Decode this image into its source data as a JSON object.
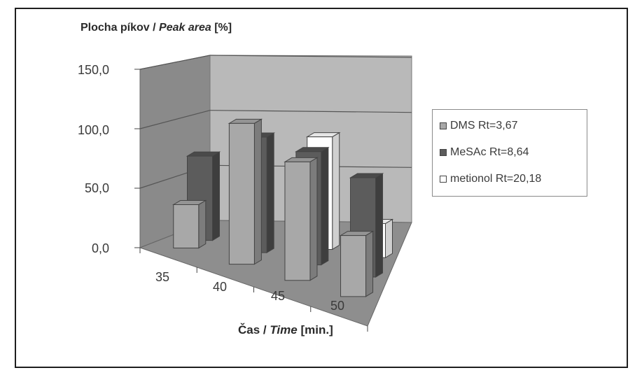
{
  "chart_data": {
    "type": "bar",
    "style": "3d-clustered-column",
    "title": "Plocha píkov / Peak area [%]",
    "title_parts": {
      "normal": "Plocha píkov / ",
      "italic": "Peak area",
      "suffix": " [%]"
    },
    "xlabel": "Čas / Time [min.]",
    "xlabel_parts": {
      "normal": "Čas / ",
      "italic": "Time",
      "suffix": " [min.]"
    },
    "ylabel": "Plocha píkov / Peak area [%]",
    "categories": [
      "35",
      "40",
      "45",
      "50"
    ],
    "series": [
      {
        "name": "DMS Rt=3,67",
        "values": [
          37,
          120,
          101,
          52
        ],
        "color": "#a8a8a8",
        "side": "#7c7c7c",
        "top": "#949494"
      },
      {
        "name": "MeSAc Rt=8,64",
        "values": [
          73,
          100,
          98,
          86
        ],
        "color": "#5c5c5c",
        "side": "#3e3e3e",
        "top": "#4a4a4a"
      },
      {
        "name": "metionol Rt=20,18",
        "values": [
          0,
          0,
          99,
          30
        ],
        "color": "#ffffff",
        "side": "#cfcfcf",
        "top": "#e6e6e6"
      }
    ],
    "yticks": [
      "0,0",
      "50,0",
      "100,0",
      "150,0"
    ],
    "ylim": [
      0,
      150
    ],
    "grid": true,
    "legend_position": "right"
  },
  "legend": {
    "items": [
      "DMS Rt=3,67",
      "MeSAc Rt=8,64",
      "metionol Rt=20,18"
    ]
  },
  "colors": {
    "left_wall": "#8a8a8a",
    "back_wall": "#b9b9b9",
    "floor": "#8e8e8e",
    "frame": "#1e1e1e"
  }
}
